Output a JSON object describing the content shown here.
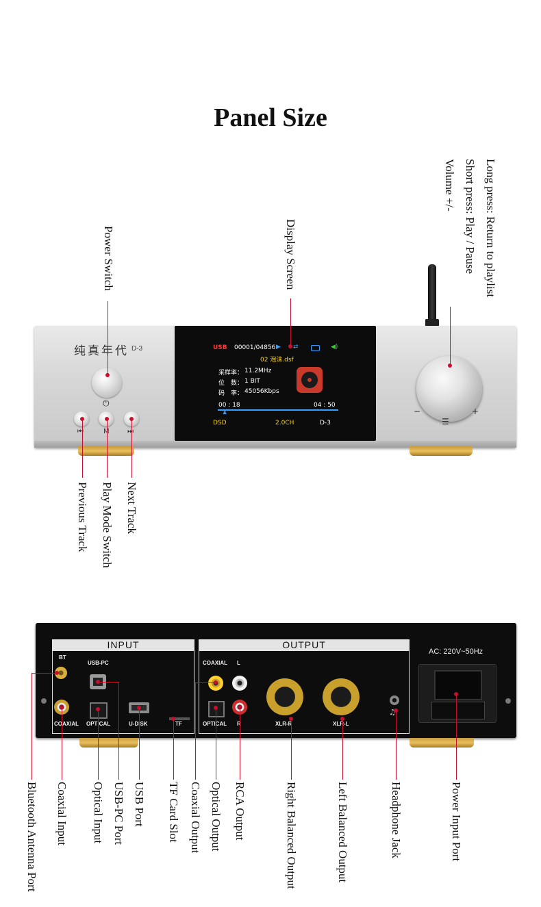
{
  "title": "Panel Size",
  "front_labels": {
    "knob_long_press": "Long press: Return to playlist",
    "knob_short_press": "Short press: Play / Pause",
    "knob_volume": "Volume +/-",
    "display_screen": "Display Screen",
    "power_switch": "Power Switch",
    "previous_track": "Previous Track",
    "play_mode_switch": "Play Mode Switch",
    "next_track": "Next Track"
  },
  "device": {
    "brand": "纯真年代",
    "model": "D-3",
    "power_symbol": "⏻",
    "btn_prev_symbol": "⏮",
    "btn_mode_symbol": "M",
    "btn_next_symbol": "⏭",
    "knob_minus": "−",
    "knob_plus": "+",
    "knob_menu_symbol": "☰"
  },
  "display": {
    "source": "USB",
    "track_counter": "00001/04856",
    "filename": "02 泡沫.dsf",
    "sample_rate_label": "采样率：",
    "sample_rate_value": "11.2MHz",
    "bits_label": "位　数：",
    "bits_value": "1 BIT",
    "bitrate_label": "码　率：",
    "bitrate_value": "45056Kbps",
    "elapsed": "00 : 18",
    "total": "04 : 50",
    "progress": 0.06,
    "format": "DSD",
    "channels": "2.0CH",
    "model": "D-3"
  },
  "rear_panel": {
    "input_header": "INPUT",
    "output_header": "OUTPUT",
    "power_header": "AC: 220V~50Hz",
    "bt": "BT",
    "usb_pc": "USB-PC",
    "coaxial_in": "COAXIAL",
    "optical_in": "OPTICAL",
    "udisk": "U-DISK",
    "tf": "TF",
    "coaxial_out": "COAXIAL",
    "optical_out": "OPTICAL",
    "l": "L",
    "r": "R",
    "xlr_r": "XLR-R",
    "xlr_l": "XLR-L"
  },
  "rear_labels": {
    "bluetooth_antenna_port": "Bluetooth Antenna Port",
    "coaxial_input": "Coaxial Input",
    "optical_input": "Optical Input",
    "usb_pc_port": "USB-PC Port",
    "usb_port": "USB Port",
    "tf_card_slot": "TF Card Slot",
    "coaxial_output": "Coaxial Output",
    "optical_output": "Optical Output",
    "rca_output": "RCA Output",
    "right_balanced_output": "Right Balanced Output",
    "left_balanced_output": "Left Balanced Output",
    "headphone_jack": "Headphone Jack",
    "power_input_port": "Power Input Port"
  },
  "colors": {
    "callout_line": "#c8102e",
    "display_accent": "#3aa0ff",
    "display_highlight": "#ffd400",
    "gold_feet": "#d4a440"
  }
}
